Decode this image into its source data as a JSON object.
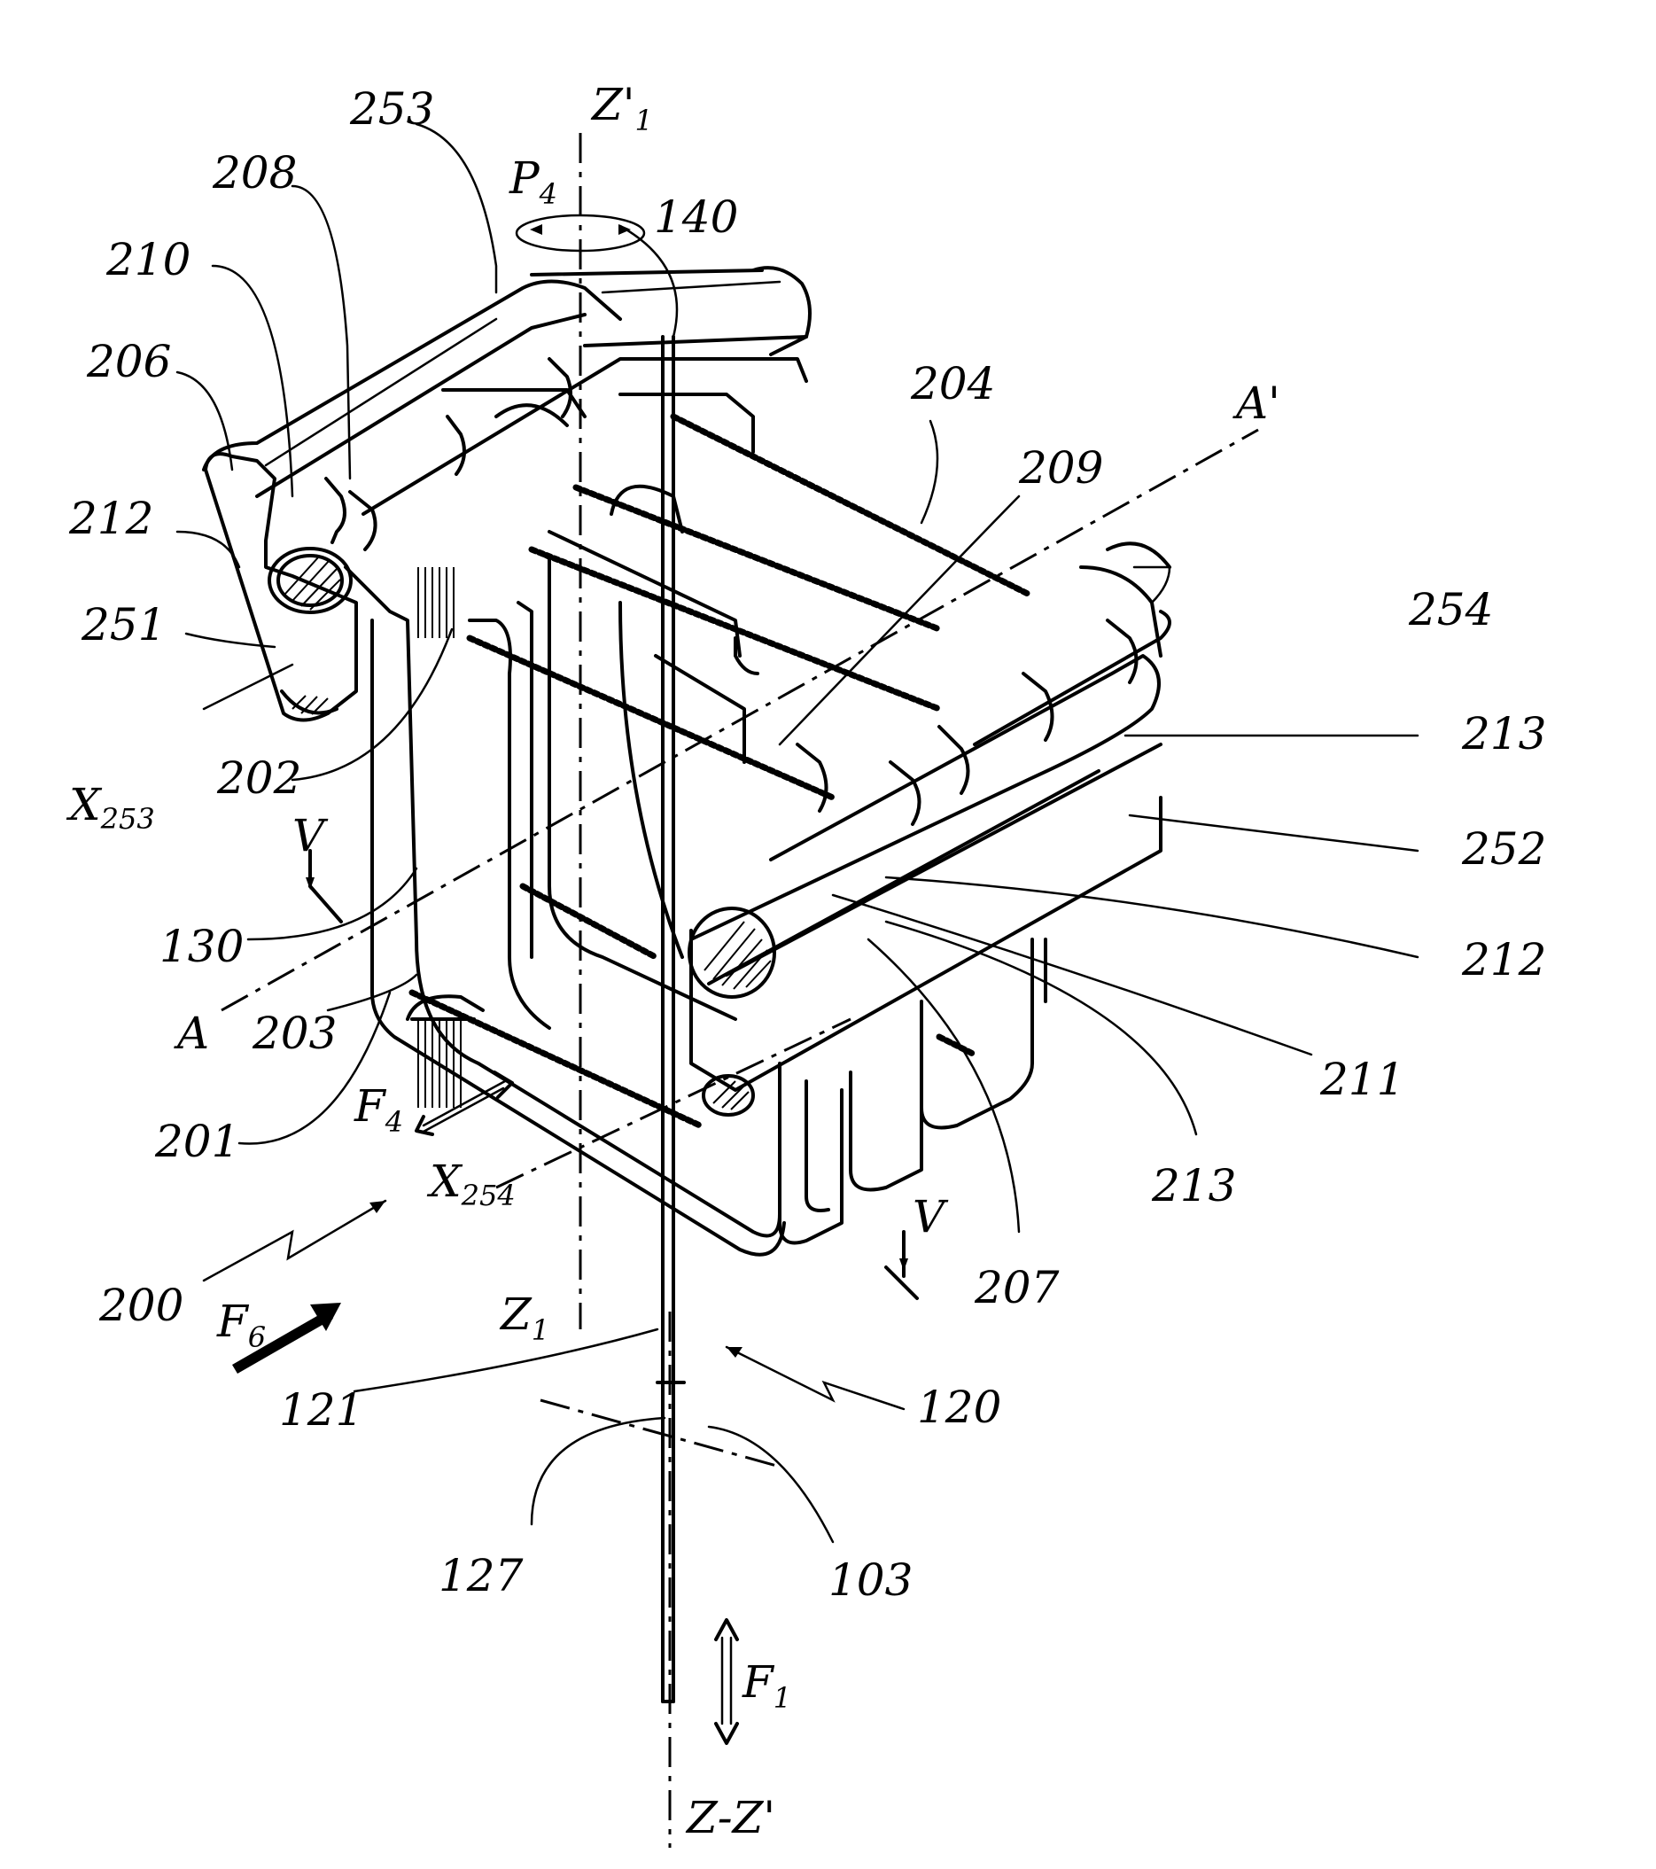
{
  "labels": {
    "axis_z1_top": "Z'",
    "axis_z1_top_sub": "1",
    "axis_z1_bottom": "Z",
    "axis_z1_bottom_sub": "1",
    "axis_zz": "Z-Z'",
    "axis_a": "A",
    "axis_a_prime": "A'",
    "rotation": "P",
    "rotation_sub": "4",
    "arrow_f1": "F",
    "arrow_f1_sub": "1",
    "arrow_f4": "F",
    "arrow_f4_sub": "4",
    "arrow_f6": "F",
    "arrow_f6_sub": "6",
    "section_v_left": "V",
    "section_v_right": "V",
    "x253": "X",
    "x253_sub": "253",
    "x254": "X",
    "x254_sub": "254",
    "r253": "253",
    "r208": "208",
    "r210": "210",
    "r206": "206",
    "r212_left": "212",
    "r251": "251",
    "r202": "202",
    "r140": "140",
    "r204": "204",
    "r209": "209",
    "r254": "254",
    "r213_top": "213",
    "r252": "252",
    "r212_right": "212",
    "r130": "130",
    "r203": "203",
    "r201": "201",
    "r211": "211",
    "r213_bottom": "213",
    "r207": "207",
    "r200": "200",
    "r121": "121",
    "r120": "120",
    "r127": "127",
    "r103": "103"
  }
}
